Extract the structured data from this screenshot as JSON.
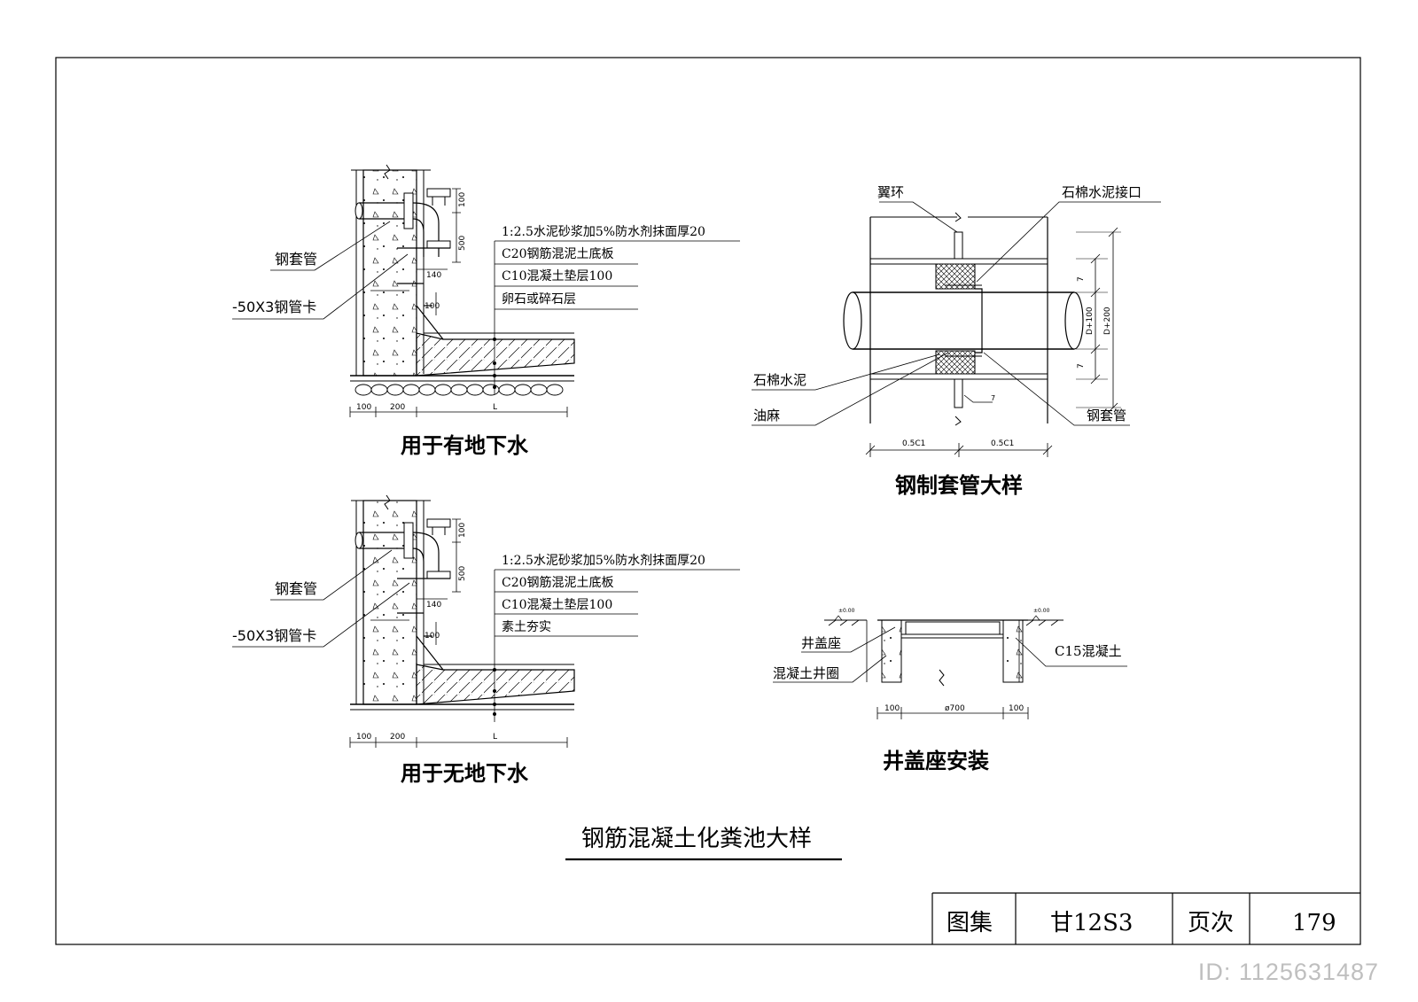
{
  "details": {
    "groundwater": {
      "title": "用于有地下水",
      "labels": {
        "sleeve": "钢套管",
        "clamp": "-50X3钢管卡"
      },
      "layers": [
        "1:2.5水泥砂浆加5%防水剂抹面厚20",
        "C20钢筋混泥土底板",
        "C10混凝土垫层100",
        "卵石或碎石层"
      ],
      "dims": {
        "d100a": "100",
        "d500": "500",
        "d140": "140",
        "d100b": "100",
        "b100": "100",
        "b200": "200",
        "bL": "L"
      }
    },
    "no_groundwater": {
      "title": "用于无地下水",
      "labels": {
        "sleeve": "钢套管",
        "clamp": "-50X3钢管卡"
      },
      "layers": [
        "1:2.5水泥砂浆加5%防水剂抹面厚20",
        "C20钢筋混泥土底板",
        "C10混凝土垫层100",
        "素土夯实"
      ],
      "dims": {
        "d100a": "100",
        "d500": "500",
        "d140": "140",
        "d100b": "100",
        "b100": "100",
        "b200": "200",
        "bL": "L"
      }
    },
    "steel_sleeve": {
      "title": "钢制套管大样",
      "labels": {
        "wing_ring": "翼环",
        "joint": "石棉水泥接口",
        "asbestos": "石棉水泥",
        "oakum": "油麻",
        "sleeve": "钢套管"
      },
      "dims": {
        "d7a": "7",
        "d7b": "7",
        "dD100": "D+100",
        "dD200": "D+200",
        "b1": "0.5C1",
        "b2": "0.5C1",
        "d7c": "7"
      }
    },
    "manhole": {
      "title": "井盖座安装",
      "labels": {
        "seat": "井盖座",
        "ring": "混凝土井圈",
        "concrete": "C15混凝土"
      },
      "dims": {
        "b100a": "100",
        "bdia": "ø700",
        "b100b": "100"
      }
    }
  },
  "sheet_title": "钢筋混凝土化粪池大样",
  "title_block": {
    "atlas_label": "图集",
    "atlas_value": "甘12S3",
    "page_label": "页次",
    "page_value": "179"
  },
  "watermark": {
    "id_text": "ID: 1125631487"
  }
}
